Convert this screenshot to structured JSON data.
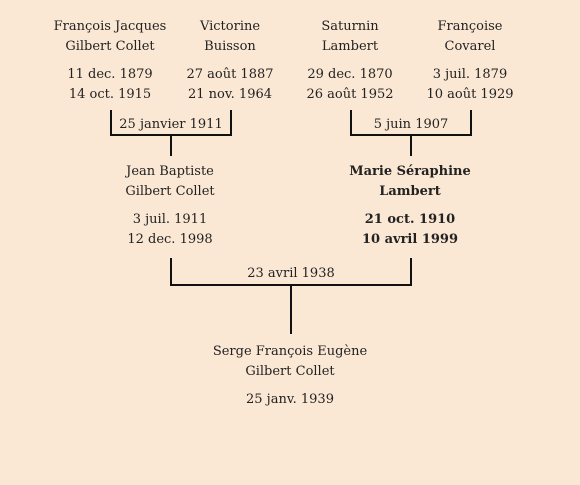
{
  "grandparents": [
    {
      "first": "François Jacques",
      "last": "Gilbert Collet",
      "birth": "11 dec. 1879",
      "death": "14 oct. 1915"
    },
    {
      "first": "Victorine",
      "last": "Buisson",
      "birth": "27 août 1887",
      "death": "21 nov. 1964"
    },
    {
      "first": "Saturnin",
      "last": "Lambert",
      "birth": "29 dec. 1870",
      "death": "26 août 1952"
    },
    {
      "first": "Françoise",
      "last": "Covarel",
      "birth": "3 juil. 1879",
      "death": "10 août 1929"
    }
  ],
  "grandparent_marriages": [
    "25 janvier 1911",
    "5 juin 1907"
  ],
  "parents": [
    {
      "first": "Jean Baptiste",
      "last": "Gilbert Collet",
      "birth": "3 juil. 1911",
      "death": "12 dec. 1998"
    },
    {
      "first": "Marie Séraphine",
      "last": "Lambert",
      "birth": "21 oct. 1910",
      "death": "10 avril 1999"
    }
  ],
  "parent_marriage": "23 avril 1938",
  "subject": {
    "first": "Serge François Eugène",
    "last": "Gilbert Collet",
    "birth": "25 janv. 1939"
  }
}
